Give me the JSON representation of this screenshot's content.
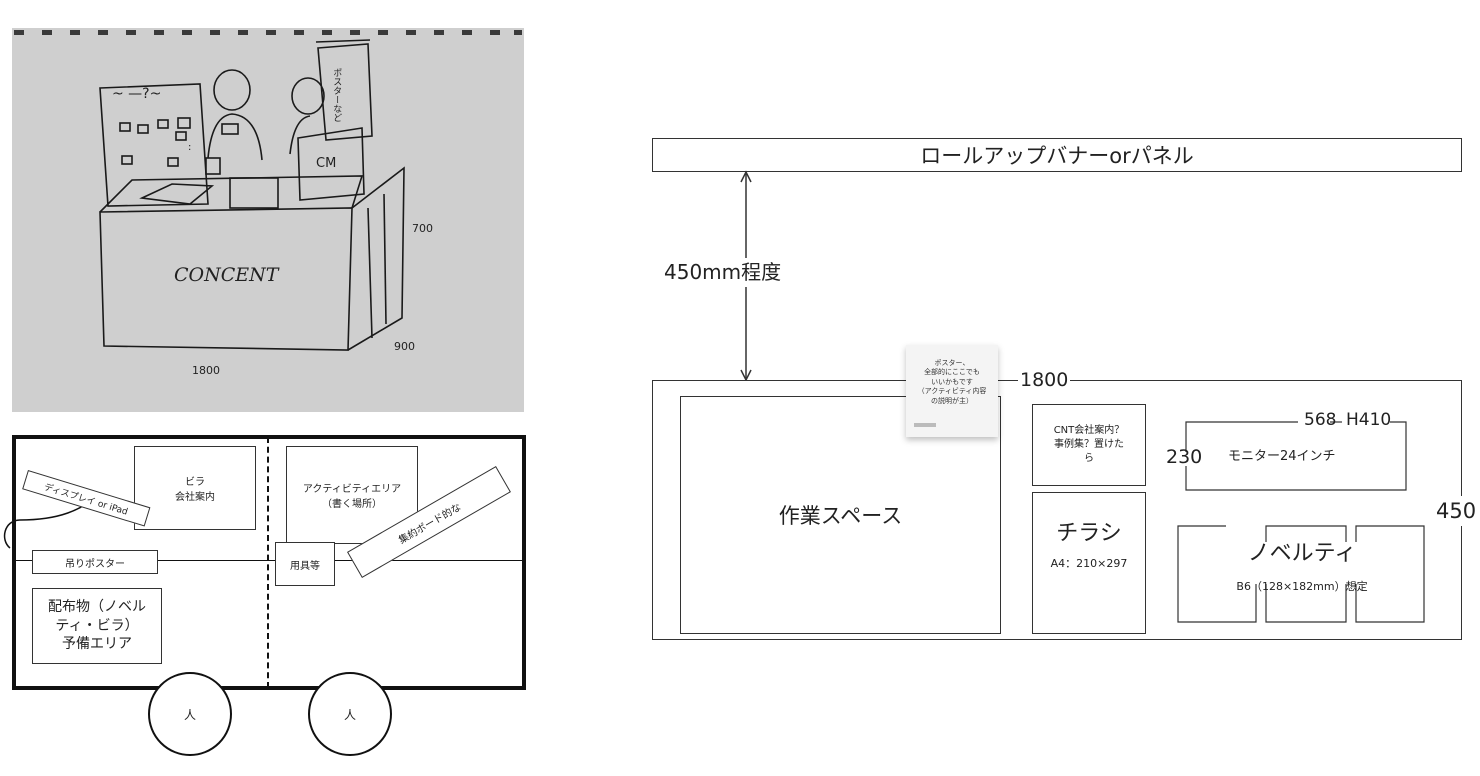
{
  "sketch": {
    "board_text": "~ —?~",
    "screen_text": "CM",
    "table_text": "CONCENT",
    "banner_text": "ポスターなど",
    "dim_height_1": "700",
    "dim_height_2": "900",
    "dim_width": "1800"
  },
  "floorplan": {
    "display_label": "ディスプレイ or iPad",
    "flyer_label": "ビラ\n会社案内",
    "activity_label": "アクティビティエリア\n（書く場所）",
    "board_label": "集約ボード的な",
    "hanging_poster_label": "吊りポスター",
    "tools_label": "用具等",
    "handout_label": "配布物（ノベル\nティ・ビラ）\n予備エリア",
    "person_1": "人",
    "person_2": "人"
  },
  "elevation": {
    "banner_label": "ロールアップバナーorパネル",
    "gap_label": "450mm程度",
    "width_label": "1800",
    "depth_label": "450",
    "workspace_label": "作業スペース",
    "company_label": "CNT会社案内？\n事例集？置けた\nら",
    "flyer_title": "チラシ",
    "flyer_size": "A4：210×297",
    "monitor_width": "568",
    "monitor_height": "H410",
    "monitor_depth": "230",
    "monitor_label": "モニター24インチ",
    "novelty_title": "ノベルティ",
    "novelty_size": "B6（128×182mm）想定",
    "sticky_note": "ポスター、\n全部的にここでも\nいいかもです\n（アクティビティ内容\nの説明が主）"
  }
}
